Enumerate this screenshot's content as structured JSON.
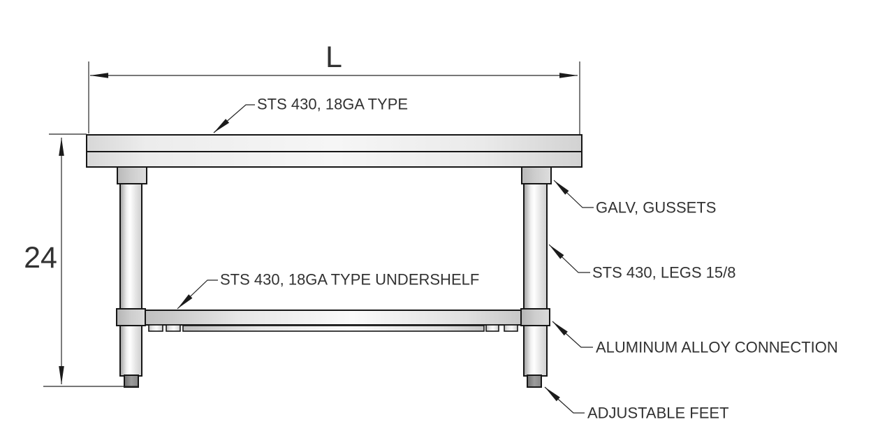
{
  "colors": {
    "line": "#1b1b1b",
    "text": "#323232",
    "metal_light": "#f5f5f5",
    "metal_dark": "#bdbdbd",
    "foot": "#8a8a8a"
  },
  "dimensions": {
    "length": "L",
    "height": "24"
  },
  "callouts": {
    "tabletop": "STS 430, 18GA TYPE",
    "undershelf": "STS 430, 18GA TYPE UNDERSHELF",
    "gussets": "GALV, GUSSETS",
    "legs": "STS 430, LEGS 15/8",
    "connection": "ALUMINUM ALLOY CONNECTION",
    "feet": "ADJUSTABLE FEET"
  }
}
